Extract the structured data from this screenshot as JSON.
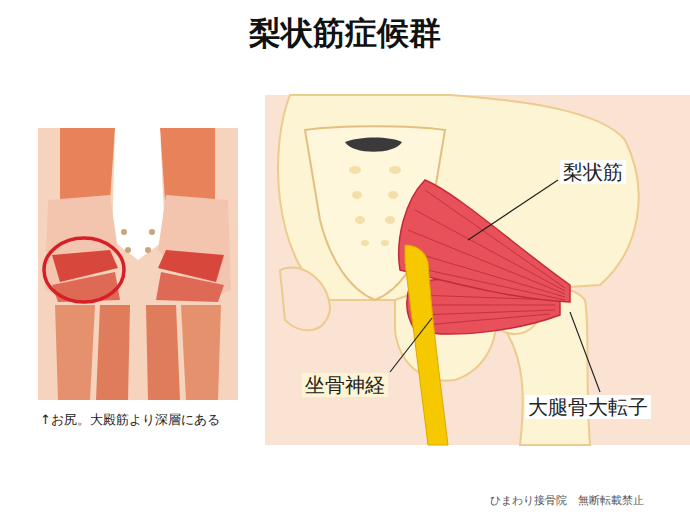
{
  "diagram": {
    "title": "梨状筋症候群",
    "labels": [
      "梨状筋",
      "坐骨神経",
      "大腿骨大転子",
      "↑お尻。大殿筋より深層にある",
      "ひまわり接骨院　無断転載禁止"
    ]
  }
}
